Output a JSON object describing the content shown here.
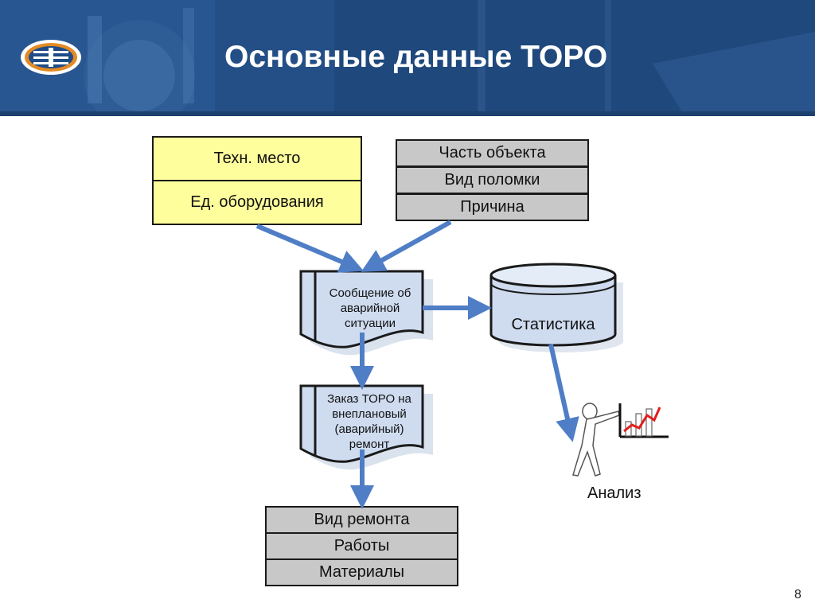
{
  "slide": {
    "title": "Основные данные ТОРО",
    "page_number": "8"
  },
  "nodes": {
    "tech_place": "Техн. место",
    "equipment_unit": "Ед. оборудования",
    "object_part": "Часть объекта",
    "damage_type": "Вид поломки",
    "cause": "Причина",
    "emergency_message": [
      "Сообщение об",
      "аварийной",
      "ситуации"
    ],
    "statistics": "Статистика",
    "order": [
      "Заказ ТОРО на",
      "внеплановый",
      "(аварийный)",
      "ремонт"
    ],
    "repair_type": "Вид ремонта",
    "works": "Работы",
    "materials": "Материалы",
    "analysis": "Анализ"
  },
  "colors": {
    "yellow_box": "#fffe9c",
    "gray_box": "#c8c8c8",
    "arrow": "#4f7ec6",
    "document_fill": "#cfdcf0",
    "chart_trend": "#e11d1d"
  }
}
